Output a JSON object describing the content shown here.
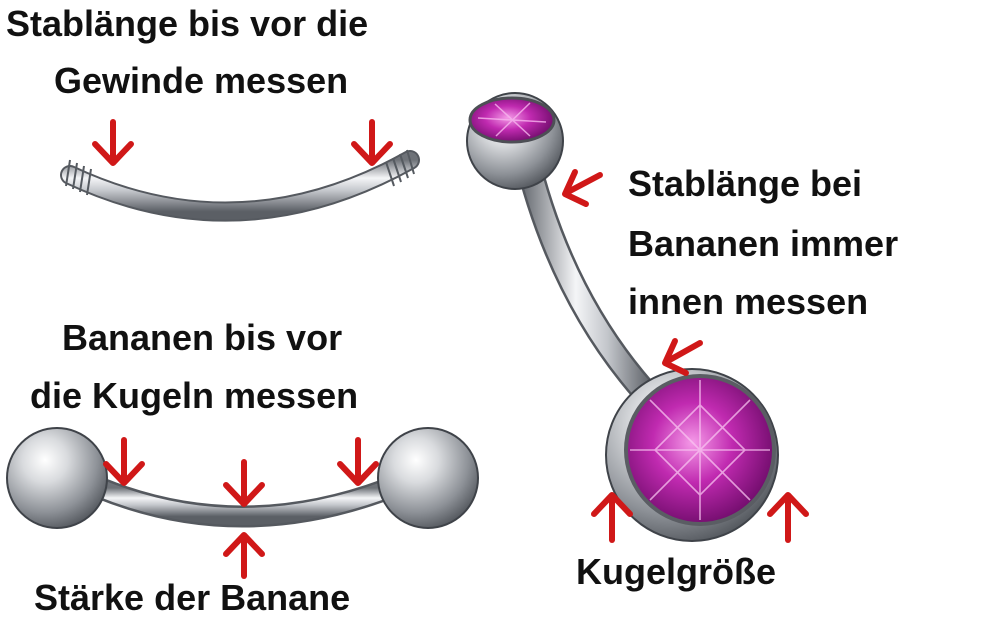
{
  "labels": {
    "thread_length_line1": "Stablänge bis vor die",
    "thread_length_line2": "Gewinde messen",
    "banana_inner_line1": "Stablänge bei",
    "banana_inner_line2": "Bananen immer",
    "banana_inner_line3": "innen messen",
    "ball_length_line1": "Bananen bis vor",
    "ball_length_line2": "die Kugeln messen",
    "ball_size": "Kugelgröße",
    "bar_thickness": "Stärke der Banane"
  },
  "colors": {
    "arrow": "#d01818",
    "text": "#111111",
    "gem": "#b0209a",
    "gem_light": "#e060d0",
    "steel": "#b8bcc2"
  }
}
